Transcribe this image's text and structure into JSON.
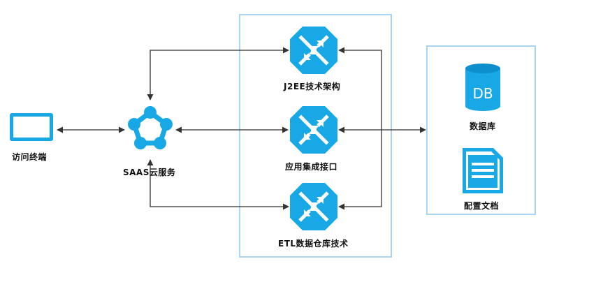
{
  "colors": {
    "accent": "#19a8e6",
    "accent_dark": "#0d8fce",
    "panel_border": "#a9d4f2",
    "arrow": "#333333"
  },
  "nodes": {
    "terminal": {
      "label": "访问终端",
      "icon": "monitor-icon"
    },
    "saas": {
      "label": "SAAS云服务",
      "icon": "network-ring-icon"
    },
    "j2ee": {
      "label": "J2EE技术架构",
      "icon": "router-arrows-icon"
    },
    "integration": {
      "label": "应用集成接口",
      "icon": "router-arrows-icon"
    },
    "etl": {
      "label": "ETL数据仓库技术",
      "icon": "router-arrows-icon"
    },
    "database": {
      "label": "数据库",
      "icon": "database-icon",
      "icon_text": "DB"
    },
    "config": {
      "label": "配置文档",
      "icon": "document-icon"
    }
  }
}
